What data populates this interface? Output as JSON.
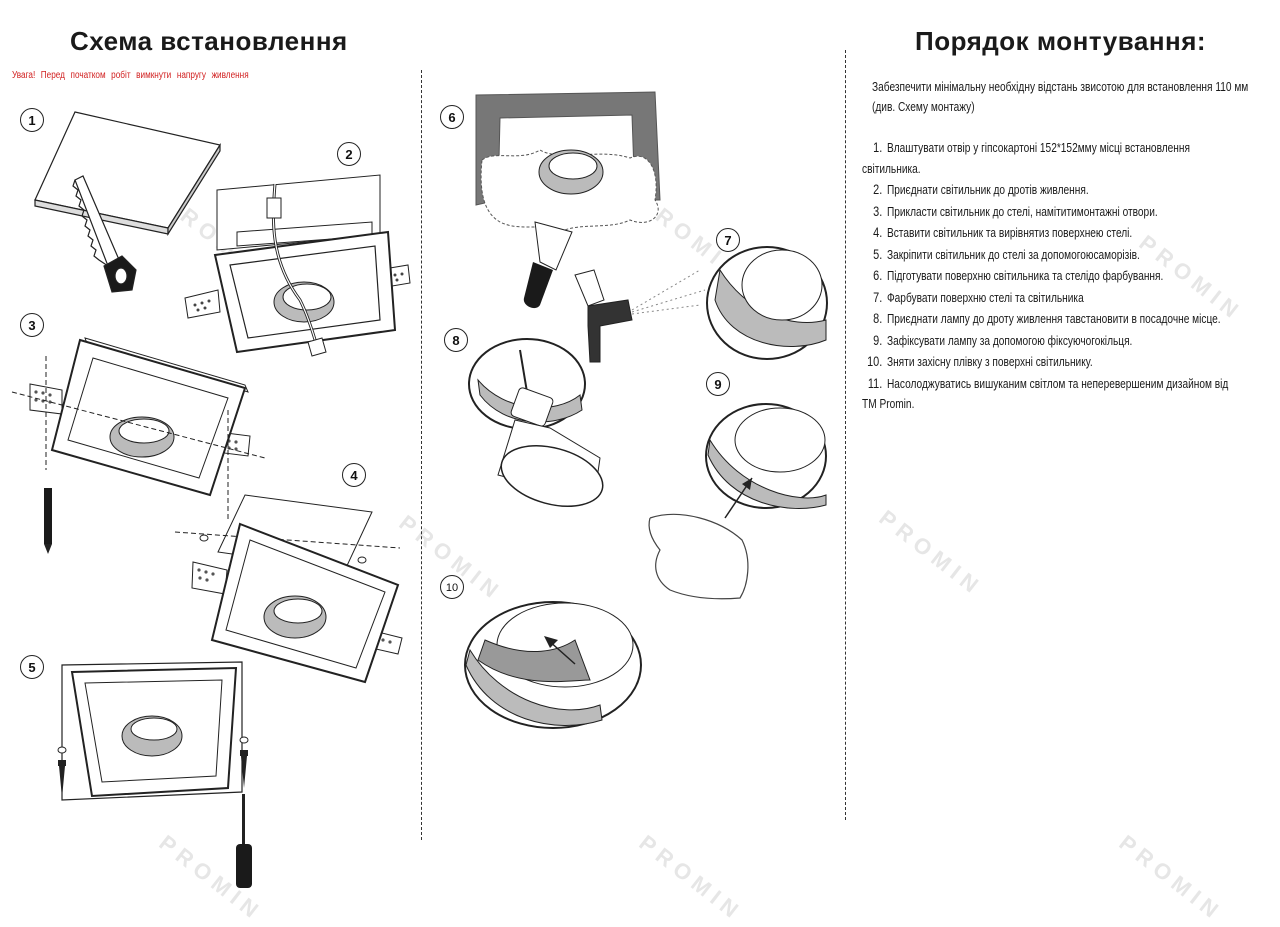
{
  "left": {
    "title": "Схема встановлення",
    "warning": "Увага! Перед початком робіт вимкнути напругу живлення"
  },
  "right": {
    "title": "Порядок монтування:",
    "intro": "Забезпечити мінімальну необхідну відстань звисотою для встановлення 110 мм (див. Схему монтажу)",
    "steps": [
      {
        "num": "1.",
        "text": "Влаштувати отвір у гіпсокартоні 152*152мму місці встановлення світильника."
      },
      {
        "num": "2.",
        "text": "Приєднати світильник до дротів живлення."
      },
      {
        "num": "3.",
        "text": "Прикласти світильник до стелі, намітитимонтажні отвори."
      },
      {
        "num": "4.",
        "text": "Вставити світильник та вирівнятиз поверхнею стелі."
      },
      {
        "num": "5.",
        "text": "Закріпити світильник до стелі за допомогоюсаморізів."
      },
      {
        "num": "6.",
        "text": "Підготувати поверхню світильника та стелідо фарбування."
      },
      {
        "num": "7.",
        "text": "Фарбувати поверхню стелі та світильника"
      },
      {
        "num": "8.",
        "text": "Приєднати лампу до дроту живлення тавстановити в посадочне місце."
      },
      {
        "num": "9.",
        "text": "Зафіксувати лампу за допомогою фіксуючогокільця."
      },
      {
        "num": "10.",
        "text": "Зняти захісну плівку з поверхні світильнику."
      },
      {
        "num": "11.",
        "text": "Насолоджуватись вишуканим світлом та неперевершеним дизайном від ТМ Promin."
      }
    ]
  },
  "badges": [
    "1",
    "2",
    "3",
    "4",
    "5",
    "6",
    "7",
    "8",
    "9",
    "10"
  ],
  "watermark": "PROMIN",
  "colors": {
    "warning": "#d11f1f",
    "plaster": "#777777",
    "line": "#222222"
  }
}
